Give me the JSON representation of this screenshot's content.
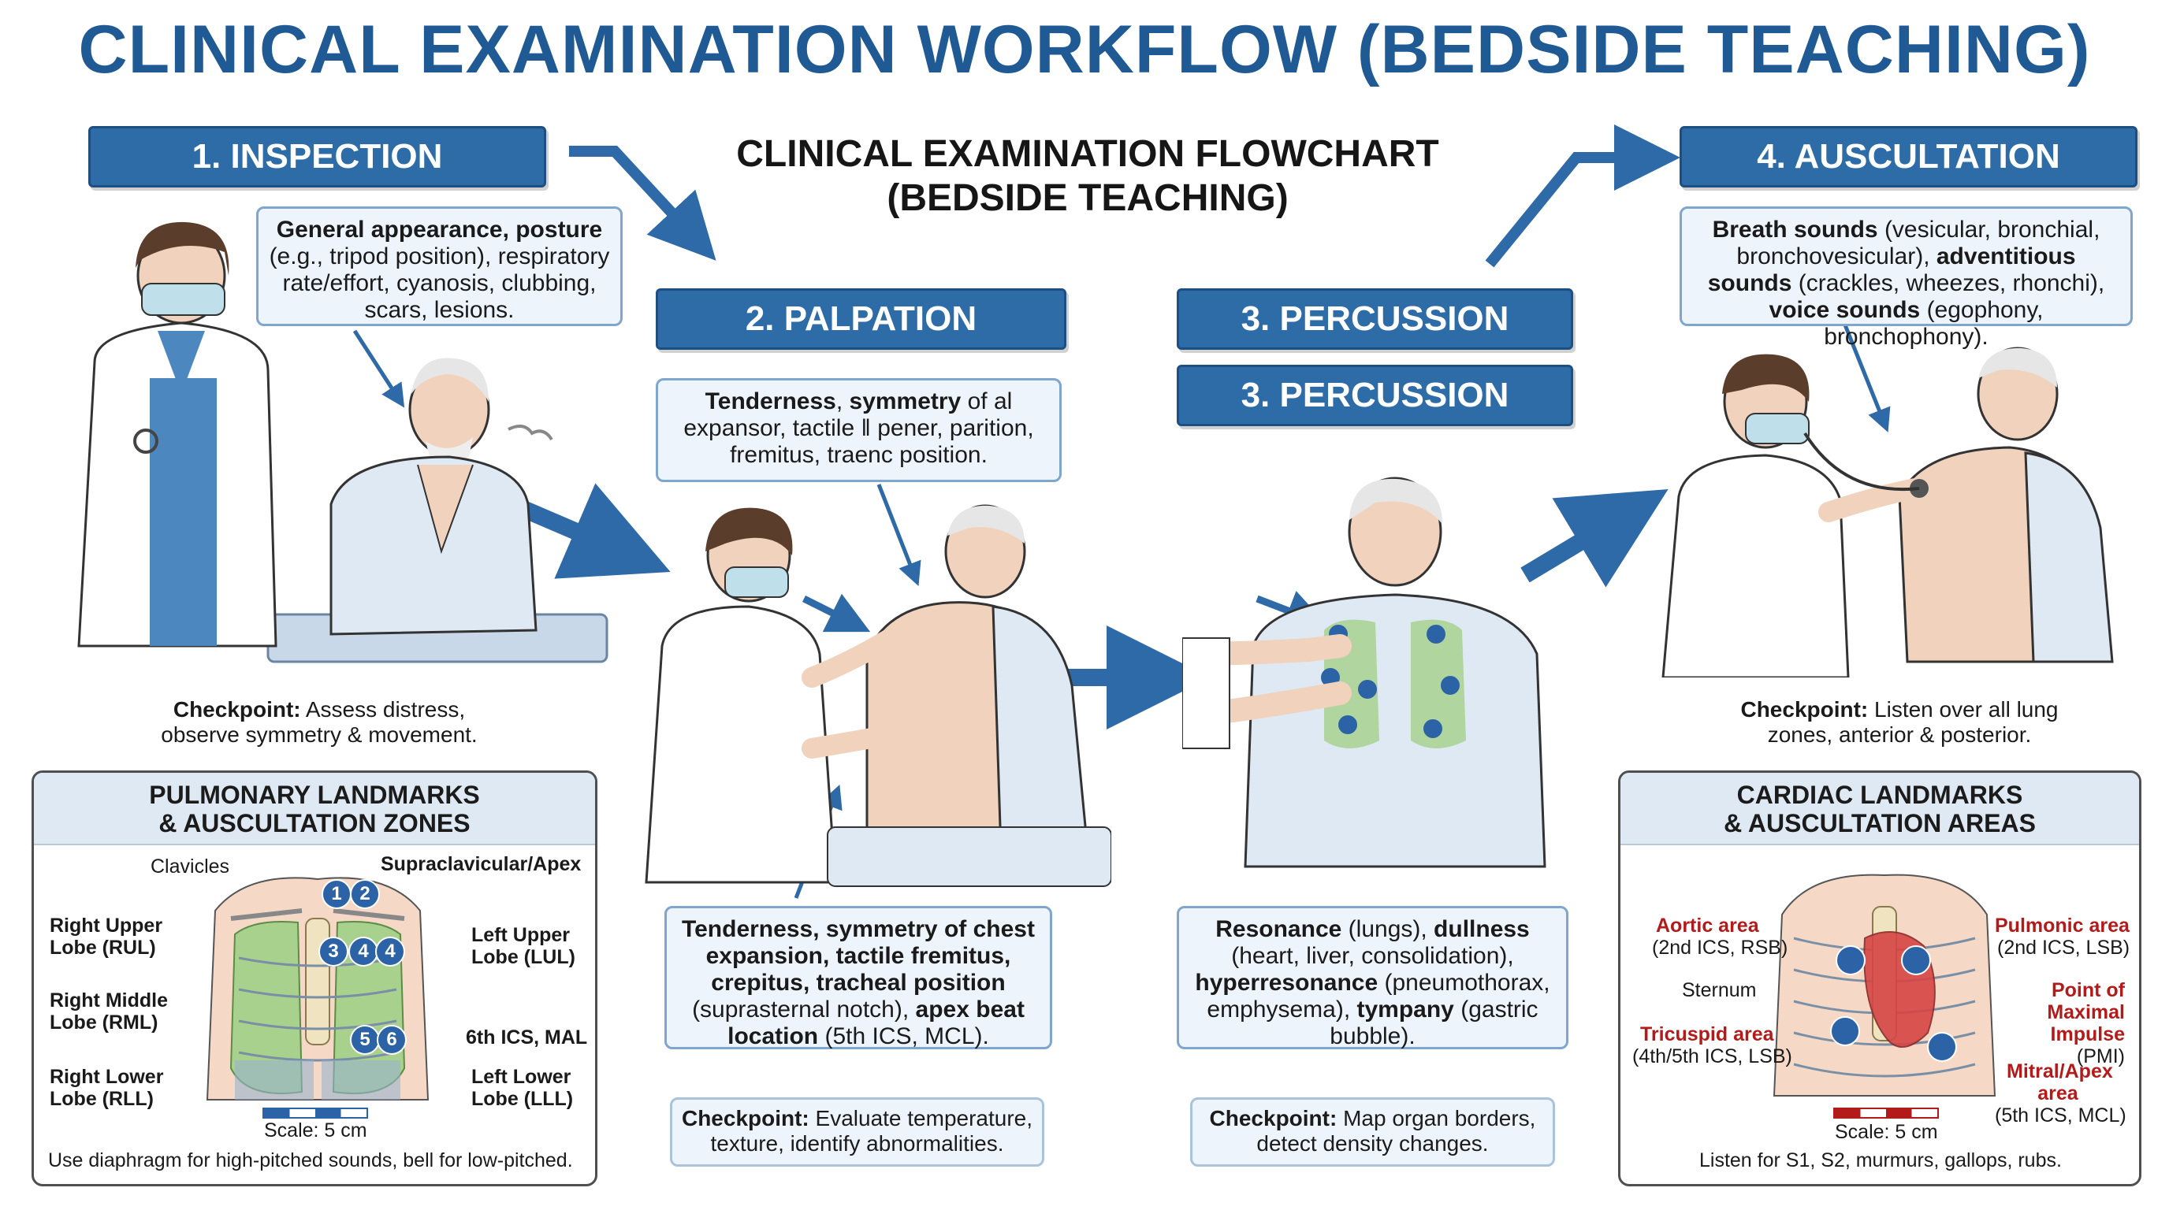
{
  "title": "CLINICAL EXAMINATION WORKFLOW (BEDSIDE TEACHING)",
  "subtitle": {
    "line1": "CLINICAL EXAMINATION FLOWCHART",
    "line2": "(BEDSIDE TEACHING)"
  },
  "steps": {
    "inspection": "1. INSPECTION",
    "palpation": "2. PALPATION",
    "percussion_a": "3. PERCUSSION",
    "percussion_b": "3. PERCUSSION",
    "auscultation": "4. AUSCULTATION"
  },
  "notes": {
    "inspection": {
      "bold": "General appearance, posture",
      "text": "(e.g., tripod position), respiratory rate/effort, cyanosis, clubbing, scars, lesions."
    },
    "palpation_top": {
      "bold1": "Tenderness",
      "sep1": ", ",
      "bold2": "symmetry",
      "text": " of al expansor, tactile ‖ pener, parition, fremitus, traenc position."
    },
    "palpation_bottom": {
      "bold1": "Tenderness, symmetry of chest expansion, tactile fremitus, crepitus, tracheal position",
      "text1": " (suprasternal notch), ",
      "bold2": "apex beat location",
      "text2": " (5th ICS, MCL)."
    },
    "percussion": {
      "b1": "Resonance",
      "t1": " (lungs), ",
      "b2": "dullness",
      "t2": " (heart, liver, consolidation), ",
      "b3": "hyperresonance",
      "t3": " (pneumothorax, emphysema), ",
      "b4": "tympany",
      "t4": " (gastric bubble)."
    },
    "auscultation": {
      "b1": "Breath sounds",
      "t1": " (vesicular, bronchial, bronchovesicular), ",
      "b2": "adventitious sounds",
      "t2": " (crackles, wheezes, rhonchi), ",
      "b3": "voice sounds",
      "t3": " (egophony, bronchophony)."
    }
  },
  "checkpoints": {
    "inspection": {
      "label": "Checkpoint:",
      "text": " Assess distress, observe symmetry & movement."
    },
    "palpation": {
      "label": "Checkpoint:",
      "text": " Evaluate temperature, texture, identify abnormalities."
    },
    "percussion": {
      "label": "Checkpoint:",
      "text": " Map organ borders, detect density changes."
    },
    "auscultation": {
      "label": "Checkpoint:",
      "text": " Listen over all lung zones, anterior & posterior."
    }
  },
  "pulmonary_panel": {
    "title_line1": "PULMONARY LANDMARKS",
    "title_line2": "& AUSCULTATION ZONES",
    "labels": {
      "clavicles": "Clavicles",
      "supraclavicular": "Supraclavicular/Apex",
      "rul": "Right Upper Lobe (RUL)",
      "lul": "Left Upper Lobe (LUL)",
      "rml": "Right Middle Lobe (RML)",
      "ics": "6th ICS, MAL",
      "rll": "Right Lower Lobe (RLL)",
      "lll": "Left Lower Lobe (LLL)"
    },
    "zones": [
      "1",
      "2",
      "3",
      "4",
      "4",
      "5",
      "6"
    ],
    "scale": "Scale: 5 cm",
    "footer": "Use diaphragm for high-pitched sounds, bell for low-pitched."
  },
  "cardiac_panel": {
    "title_line1": "CARDIAC LANDMARKS",
    "title_line2": "& AUSCULTATION AREAS",
    "labels": {
      "aortic": "Aortic area",
      "aortic_loc": "(2nd ICS, RSB)",
      "pulmonic": "Pulmonic area",
      "pulmonic_loc": "(2nd ICS, LSB)",
      "sternum": "Sternum",
      "pmi_line1": "Point of",
      "pmi_line2": "Maximal",
      "pmi_line3": "Impulse",
      "pmi_abbr": " (PMI)",
      "tricuspid": "Tricuspid area",
      "tricuspid_loc": "(4th/5th ICS, LSB)",
      "mitral_line1": "Mitral/Apex",
      "mitral_line2": "area",
      "mitral_loc": "(5th ICS, MCL)"
    },
    "scale": "Scale: 5 cm",
    "footer": "Listen for S1, S2, murmurs, gallops, rubs."
  },
  "colors": {
    "title": "#1f5a94",
    "step_fill": "#2e6ca7",
    "arrow": "#2f6aa8",
    "note_fill": "#eef4fb",
    "lung_green": "#a9d18e",
    "heart_red": "#d64545"
  }
}
